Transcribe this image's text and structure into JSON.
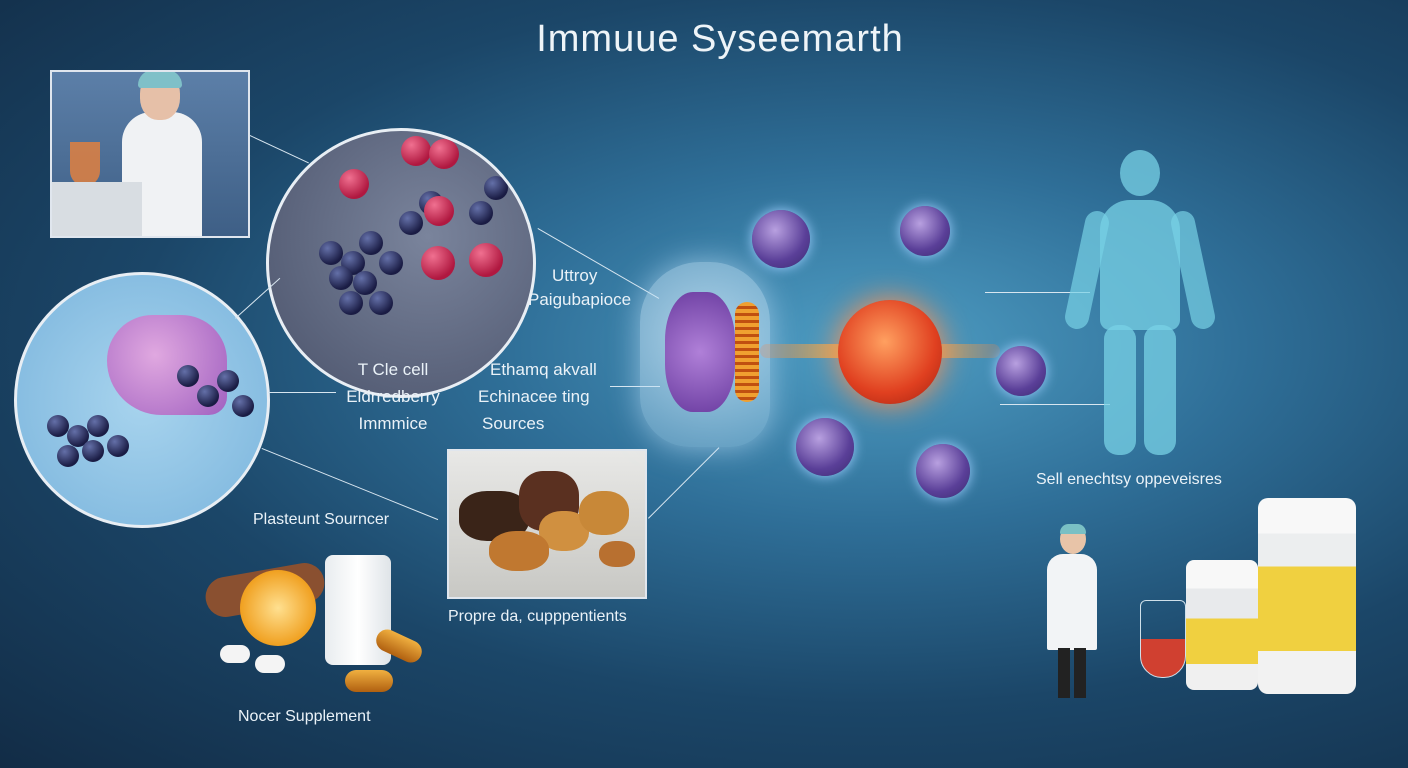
{
  "title": "Immuue Syseemarth",
  "labels": {
    "uttroy": "Uttroy",
    "paigubapioce": "Paigubapioce",
    "t_cell": [
      "T Cle cell",
      "Eldrredberry",
      "Immmice"
    ],
    "echinacea": [
      "Ethamq akvall",
      "Echinacee ting",
      "Sources"
    ],
    "plant_source": "Plasteunt Sourncer",
    "propre": "Propre da, cupppentients",
    "nocer": "Nocer Supplement",
    "sell": "Sell enechtsy oppeveisres"
  },
  "colors": {
    "background": "#1b4668",
    "accent": "#4f9ec4",
    "berry": "#1a1c44",
    "cell": "#5a3f98"
  }
}
